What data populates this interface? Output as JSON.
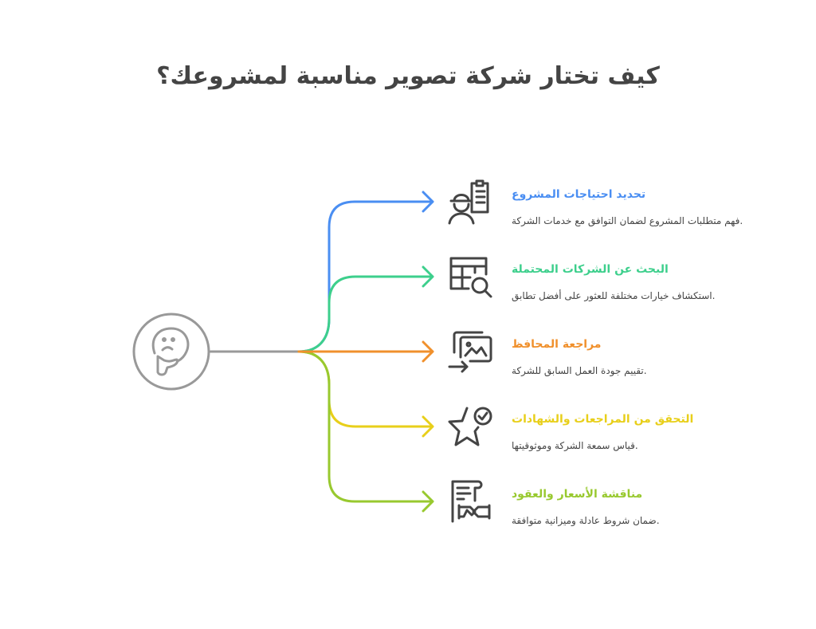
{
  "title": "كيف تختار شركة تصوير مناسبة لمشروعك؟",
  "center_icon": "thinking-face-icon",
  "steps": [
    {
      "title": "تحديد احتياجات المشروع",
      "desc": "فهم متطلبات المشروع لضمان التوافق مع خدمات الشركة.",
      "color": "#4a8ef2",
      "icon": "worker-clipboard-icon"
    },
    {
      "title": "البحث عن الشركات المحتملة",
      "desc": "استكشاف خيارات مختلفة للعثور على أفضل تطابق.",
      "color": "#3dcf8c",
      "icon": "table-search-icon"
    },
    {
      "title": "مراجعة المحافظ",
      "desc": "تقييم جودة العمل السابق للشركة.",
      "color": "#f0902c",
      "icon": "image-gallery-arrow-icon"
    },
    {
      "title": "التحقق من المراجعات والشهادات",
      "desc": "قياس سمعة الشركة وموثوقيتها.",
      "color": "#e8cf1a",
      "icon": "star-check-icon"
    },
    {
      "title": "مناقشة الأسعار والعقود",
      "desc": "ضمان شروط عادلة وميزانية متوافقة.",
      "color": "#98c92f",
      "icon": "contract-handshake-icon"
    }
  ]
}
